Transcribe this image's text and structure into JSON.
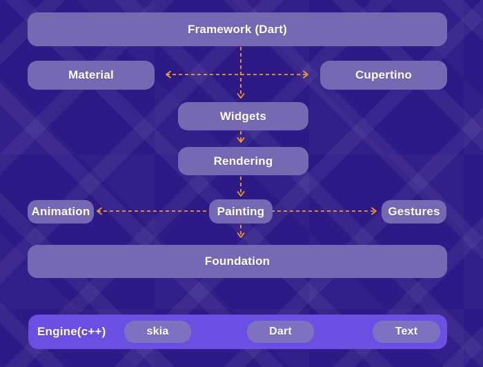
{
  "colors": {
    "bg": "#2e1a86",
    "node": "#7768b4",
    "engine_bar": "#6b4ee2",
    "engine_pill": "#7e71c1",
    "arrow": "#f09b30",
    "text_color": "#ffffff"
  },
  "nodes": {
    "framework": "Framework (Dart)",
    "material": "Material",
    "cupertino": "Cupertino",
    "widgets": "Widgets",
    "rendering": "Rendering",
    "animation": "Animation",
    "painting": "Painting",
    "gestures": "Gestures",
    "foundation": "Foundation",
    "engine": "Engine(c++)",
    "skia": "skia",
    "dart": "Dart",
    "text": "Text"
  },
  "edges": [
    {
      "from": "framework",
      "to": "widgets",
      "type": "dashed-arrow"
    },
    {
      "from": "material",
      "to": "cupertino",
      "type": "dashed-double-arrow"
    },
    {
      "from": "widgets",
      "to": "rendering",
      "type": "dashed-arrow"
    },
    {
      "from": "rendering",
      "to": "painting",
      "type": "dashed-arrow"
    },
    {
      "from": "painting",
      "to": "animation",
      "type": "dashed-arrow"
    },
    {
      "from": "painting",
      "to": "gestures",
      "type": "dashed-arrow"
    },
    {
      "from": "painting",
      "to": "foundation",
      "type": "dashed-arrow"
    }
  ]
}
